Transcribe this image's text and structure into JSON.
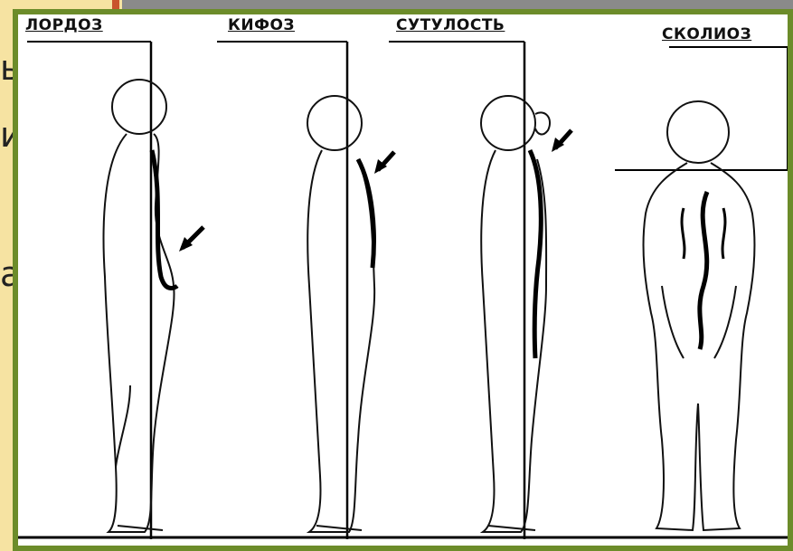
{
  "slide": {
    "bg_color": "#f6e3a2",
    "frame_color": "#6c8c2a",
    "accent_color": "#c9542d",
    "text_fragments": [
      "ь",
      "и",
      "а"
    ]
  },
  "figure": {
    "labels": {
      "lordoz": "ЛОРДОЗ",
      "kifoz": "КИФОЗ",
      "sutulost": "СУТУЛОСТЬ",
      "skolioz": "СКОЛИОЗ"
    }
  }
}
